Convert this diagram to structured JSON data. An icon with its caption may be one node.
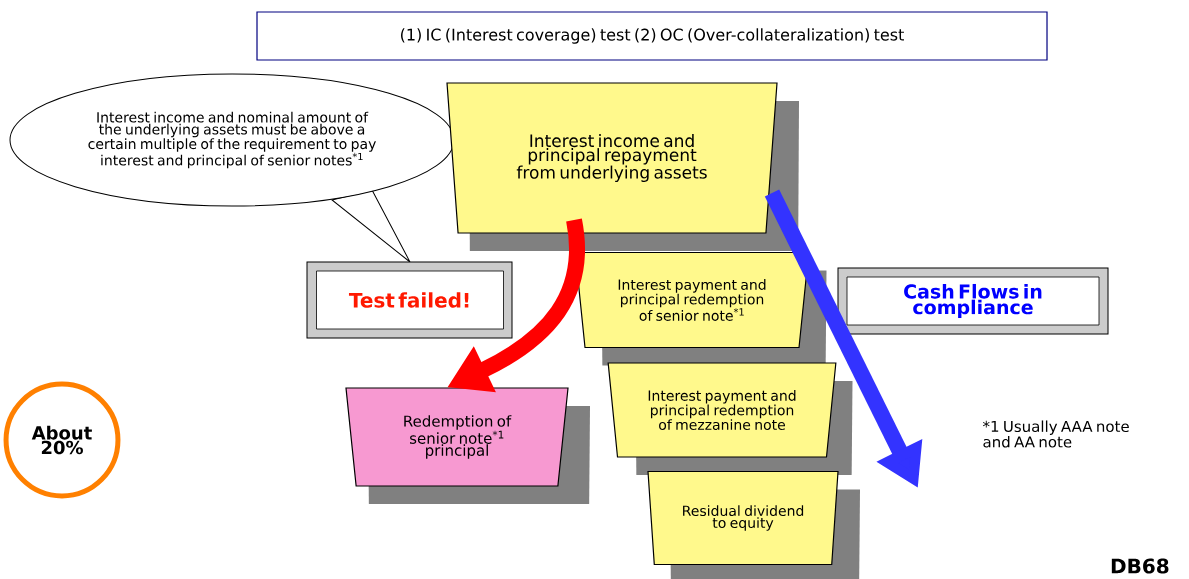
{
  "diagram": {
    "nodes": [
      {
        "text": [
          "(1) IC (Interest coverage) test (2) OC (Over-collateralization) test"
        ]
      },
      {
        "text": [
          "Interest income and nominal amount of the underlying assets must be above a certain multiple of the requirement to pay interest and principal of senior notes$^{*1}$"
        ]
      },
      {
        "text": [
          "Interest income and principal repayment from underlying assets"
        ]
      },
      {
        "text": [
          "Test failed!"
        ]
      },
      {
        "text": [
          "Interest payment and principal redemption of senior note$^{*1}$"
        ]
      },
      {
        "text": [
          "Cash Flows in compliance"
        ]
      },
      {
        "text": [
          "Redemption of senior note$^{*1}$ principal"
        ]
      },
      {
        "text": [
          "Interest payment and principal redemption of mezzanine note"
        ]
      },
      {
        "text": [
          "Residual dividend to equity"
        ]
      },
      {
        "text": [
          "About 20%"
        ]
      }
    ],
    "edges": [
      {
        "from": 2,
        "to": 6,
        "arrow": "to",
        "color": "#ff0000"
      },
      {
        "from": 2,
        "to": null,
        "arrow": "to",
        "color": "#3333ff"
      }
    ],
    "labels": [
      "*1 Usually AAA note and AA note",
      "DB68"
    ]
  }
}
